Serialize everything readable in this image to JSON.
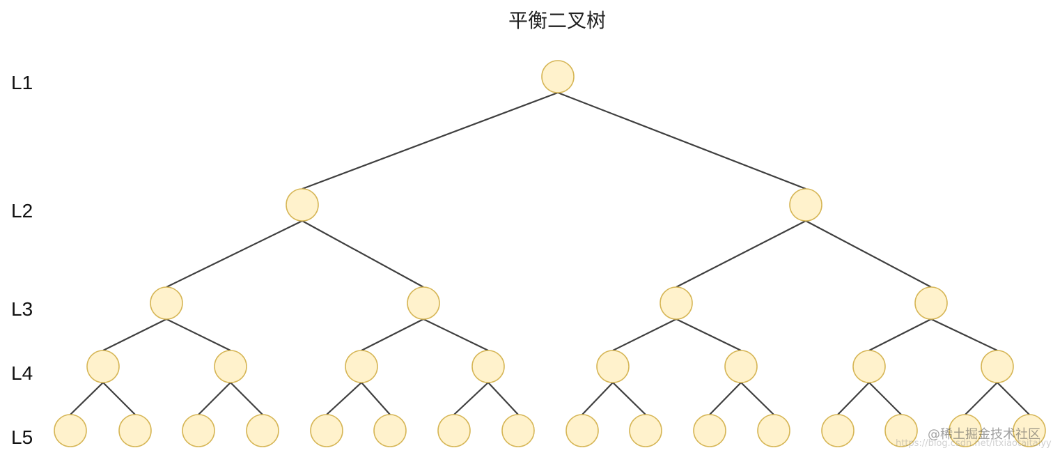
{
  "title": "平衡二叉树",
  "levels": [
    "L1",
    "L2",
    "L3",
    "L4",
    "L5"
  ],
  "watermark": "@稀土掘金技术社区",
  "watermark_url": "https://blog.csdn.net/itxiaotaitaiyy",
  "colors": {
    "node_fill": "#fff2cc",
    "node_stroke": "#d6b656",
    "edge": "#3f3f3f"
  }
}
